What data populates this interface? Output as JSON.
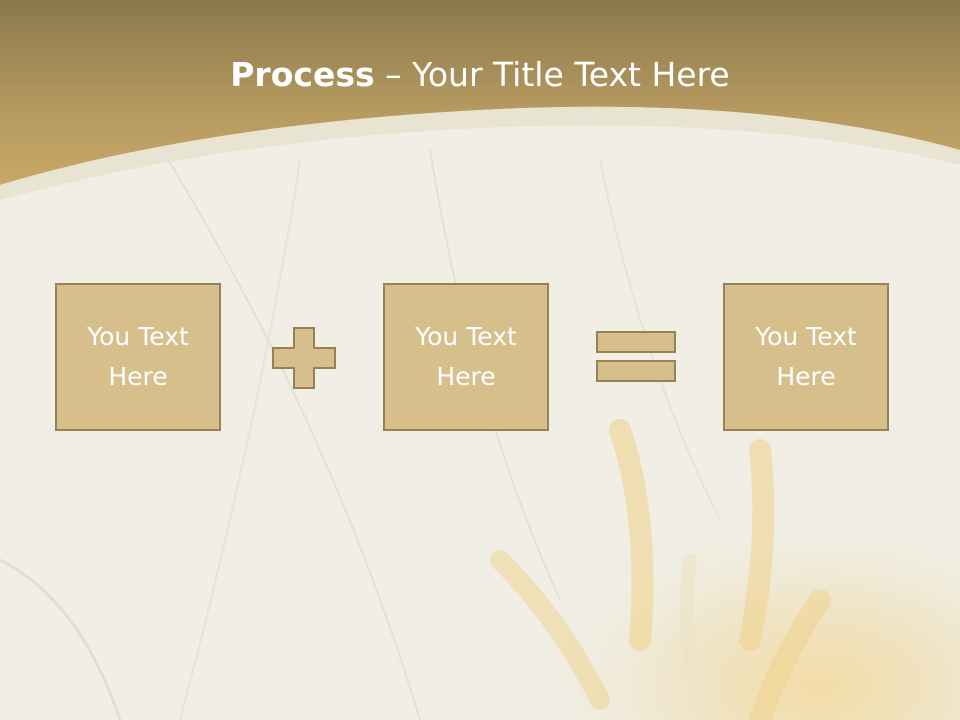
{
  "slide": {
    "title_bold": "Process",
    "title_rest": " – Your Title Text Here",
    "boxes": [
      {
        "text": "You Text Here"
      },
      {
        "text": "You Text Here"
      },
      {
        "text": "You Text Here"
      }
    ],
    "operators": [
      "plus-icon",
      "equals-icon"
    ],
    "colors": {
      "header_top": "#8d7a4c",
      "header_bottom": "#c8a867",
      "box_fill": "#d6bf8b",
      "box_border": "#958257",
      "text": "#ffffff"
    }
  }
}
